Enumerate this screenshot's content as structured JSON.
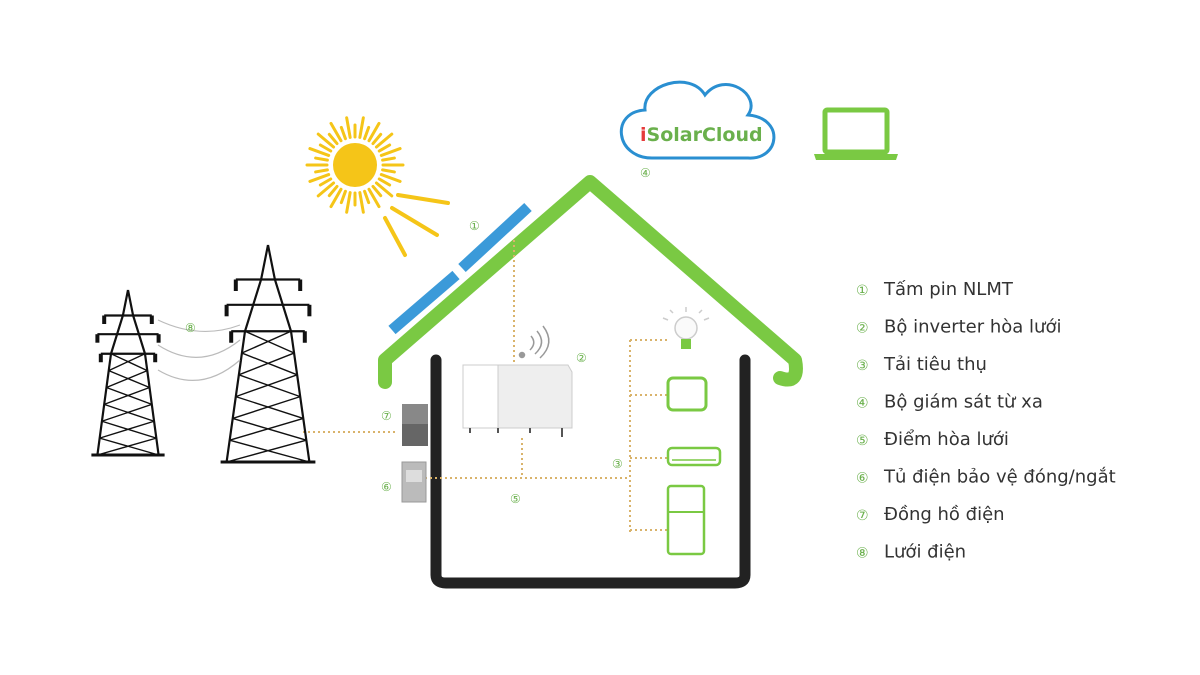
{
  "colors": {
    "green": "#7ac943",
    "dark": "#222222",
    "panel_blue": "#3b9ad9",
    "sun": "#f5c518",
    "cloud_blue": "#2a8fd1",
    "cloud_text_green": "#6ab04c",
    "dotted": "#d9b36b",
    "legend_number": "#6ab04c",
    "legend_text": "#333333"
  },
  "cloud": {
    "label_i": "i",
    "label_rest": "SolarCloud"
  },
  "markers": {
    "m1": "①",
    "m2": "②",
    "m3": "③",
    "m4": "④",
    "m5": "⑤",
    "m6": "⑥",
    "m7": "⑦",
    "m8": "⑧"
  },
  "legend": [
    {
      "number": "①",
      "label": "Tấm pin NLMT"
    },
    {
      "number": "②",
      "label": "Bộ inverter hòa lưới"
    },
    {
      "number": "③",
      "label": "Tải tiêu thụ"
    },
    {
      "number": "④",
      "label": "Bộ giám sát từ xa"
    },
    {
      "number": "⑤",
      "label": "Điểm hòa lưới"
    },
    {
      "number": "⑥",
      "label": "Tủ điện bảo vệ đóng/ngắt"
    },
    {
      "number": "⑦",
      "label": "Đồng hồ điện"
    },
    {
      "number": "⑧",
      "label": "Lưới điện"
    }
  ]
}
